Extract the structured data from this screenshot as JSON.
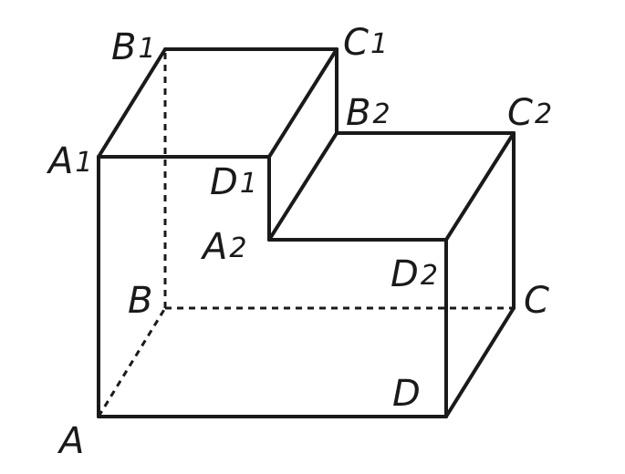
{
  "vertices": [
    {
      "id": "A",
      "letter": "A",
      "sub": ""
    },
    {
      "id": "B",
      "letter": "B",
      "sub": ""
    },
    {
      "id": "C",
      "letter": "C",
      "sub": ""
    },
    {
      "id": "D",
      "letter": "D",
      "sub": ""
    },
    {
      "id": "A1",
      "letter": "A",
      "sub": "1"
    },
    {
      "id": "B1",
      "letter": "B",
      "sub": "1"
    },
    {
      "id": "C1",
      "letter": "C",
      "sub": "1"
    },
    {
      "id": "D1",
      "letter": "D",
      "sub": "1"
    },
    {
      "id": "A2",
      "letter": "A",
      "sub": "2"
    },
    {
      "id": "B2",
      "letter": "B",
      "sub": "2"
    },
    {
      "id": "C2",
      "letter": "C",
      "sub": "2"
    },
    {
      "id": "D2",
      "letter": "D",
      "sub": "2"
    }
  ],
  "edges": [
    {
      "from": "A",
      "to": "D",
      "style": "solid"
    },
    {
      "from": "D",
      "to": "C",
      "style": "solid"
    },
    {
      "from": "A",
      "to": "A1",
      "style": "solid"
    },
    {
      "from": "A1",
      "to": "B1",
      "style": "solid"
    },
    {
      "from": "B1",
      "to": "C1",
      "style": "solid"
    },
    {
      "from": "C1",
      "to": "D1",
      "style": "solid"
    },
    {
      "from": "D1",
      "to": "A1",
      "style": "solid"
    },
    {
      "from": "D1",
      "to": "A2",
      "style": "solid"
    },
    {
      "from": "C1",
      "to": "B2",
      "style": "solid"
    },
    {
      "from": "A2",
      "to": "B2",
      "style": "solid"
    },
    {
      "from": "B2",
      "to": "C2",
      "style": "solid"
    },
    {
      "from": "C2",
      "to": "D2",
      "style": "solid"
    },
    {
      "from": "D2",
      "to": "A2",
      "style": "solid"
    },
    {
      "from": "D2",
      "to": "D",
      "style": "solid"
    },
    {
      "from": "C2",
      "to": "C",
      "style": "solid"
    },
    {
      "from": "A",
      "to": "B",
      "style": "dashed"
    },
    {
      "from": "B",
      "to": "C",
      "style": "dashed"
    },
    {
      "from": "B",
      "to": "B1",
      "style": "dashed"
    }
  ]
}
